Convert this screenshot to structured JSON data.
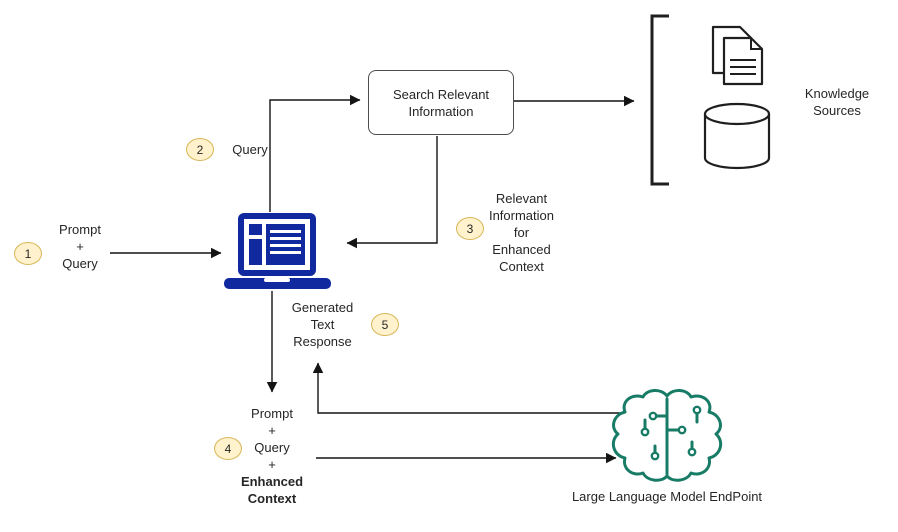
{
  "colors": {
    "bg": "#FFFFFF",
    "ink": "#262626",
    "line": "#141414",
    "badge_fill": "#FFF2CC",
    "badge_border": "#D6B656",
    "laptop": "#10299E",
    "brain": "#177B66",
    "node_border": "#4D4D4D",
    "icon_stroke": "#1F1F1F"
  },
  "badges": {
    "s1": "1",
    "s2": "2",
    "s3": "3",
    "s4": "4",
    "s5": "5"
  },
  "labels": {
    "prompt_query": "Prompt\n+\nQuery",
    "query": "Query",
    "search_box": "Search Relevant\nInformation",
    "knowledge_sources": "Knowledge\nSources",
    "relevant_info": "Relevant\nInformation\nfor\nEnhanced\nContext",
    "generated_response": "Generated\nText\nResponse",
    "prompt_query_plus": "Prompt\n+\nQuery\n+",
    "enhanced_context": "Enhanced\nContext",
    "llm_endpoint": "Large Language Model EndPoint"
  },
  "icons": [
    "laptop-icon",
    "documents-icon",
    "database-cylinder-icon",
    "knowledge-bracket",
    "brain-circuit-icon"
  ]
}
